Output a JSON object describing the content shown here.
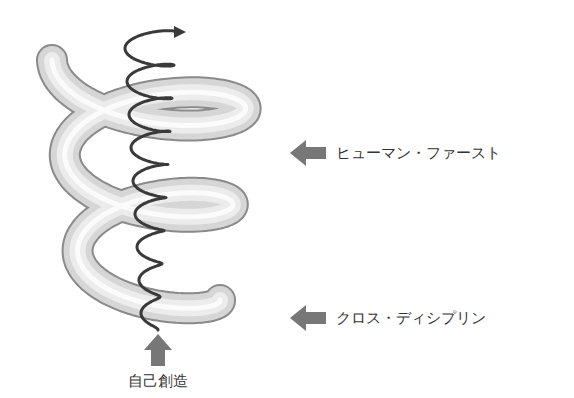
{
  "diagram": {
    "labels": [
      "ヒューマン・ファースト",
      "クロス・ディシプリン",
      "自己創造"
    ]
  }
}
